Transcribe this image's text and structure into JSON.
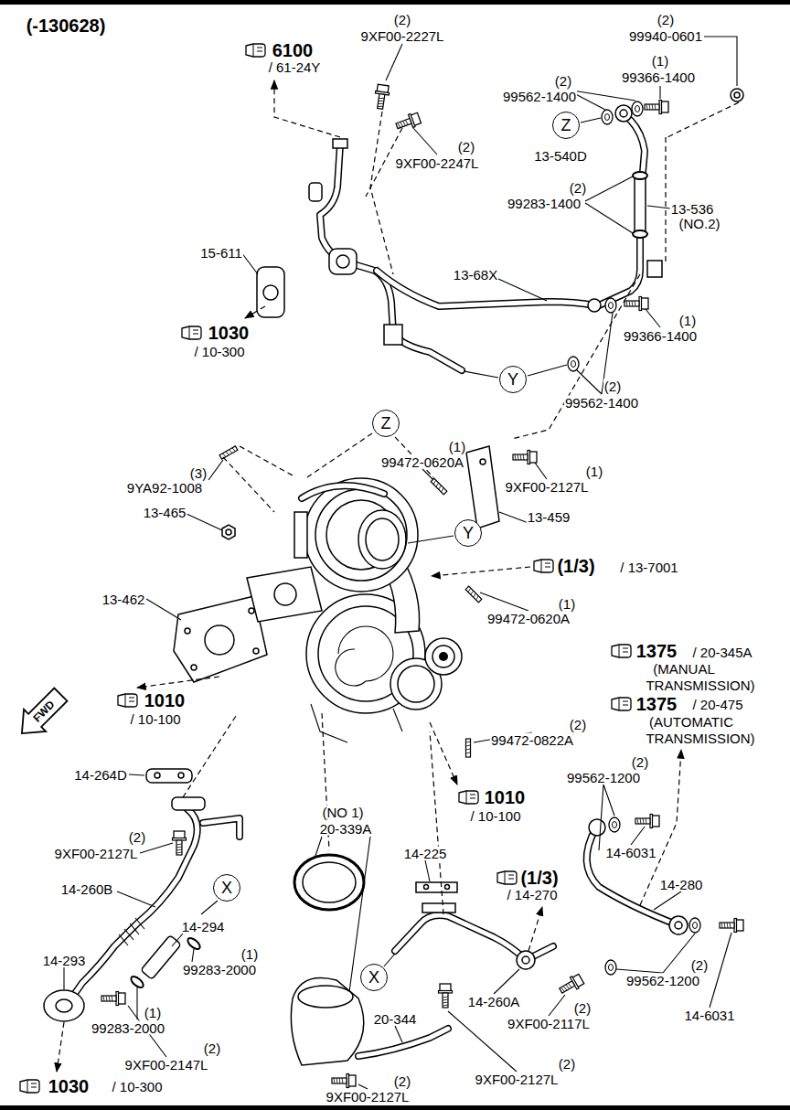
{
  "diagram": {
    "nodes": [
      {
        "text": [
          "Z"
        ]
      },
      {
        "text": [
          "Y"
        ]
      },
      {
        "text": [
          "Z"
        ]
      },
      {
        "text": [
          "Y"
        ]
      },
      {
        "text": [
          "X"
        ]
      },
      {
        "text": [
          "X"
        ]
      }
    ],
    "labels": [
      "(-130628)",
      "(2)",
      "9XF00-2227L",
      "(2)",
      "99940-0601",
      "6100",
      "/ 61-24Y",
      "(1)",
      "99366-1400",
      "(2)",
      "99562-1400",
      "(2)",
      "9XF00-2247L",
      "13-540D",
      "(2)",
      "99283-1400",
      "13-536",
      "(NO.2)",
      "15-611",
      "13-68X",
      "(1)",
      "99366-1400",
      "1030",
      "/ 10-300",
      "(2)",
      "99562-1400",
      "(1)",
      "99472-0620A",
      "(1)",
      "9XF00-2127L",
      "(3)",
      "9YA92-1008",
      "13-465",
      "13-459",
      "(1/3)",
      "/ 13-7001",
      "13-462",
      "(1)",
      "99472-0620A",
      "1375",
      "/ 20-345A",
      "(MANUAL",
      "TRANSMISSION)",
      "1375",
      "/ 20-475",
      "(AUTOMATIC",
      "TRANSMISSION)",
      "1010",
      "/ 10-100",
      "(2)",
      "99472-0822A",
      "14-264D",
      "(2)",
      "99562-1200",
      "1010",
      "/ 10-100",
      "(NO 1)",
      "20-339A",
      "14-225",
      "(2)",
      "9XF00-2127L",
      "14-6031",
      "(1/3)",
      "/ 14-270",
      "14-280",
      "14-260B",
      "14-294",
      "(1)",
      "99283-2000",
      "14-293",
      "(2)",
      "99562-1200",
      "14-260A",
      "(2)",
      "9XF00-2117L",
      "14-6031",
      "20-344",
      "(1)",
      "99283-2000",
      "(2)",
      "9XF00-2147L",
      "(2)",
      "9XF00-2127L",
      "(2)",
      "9XF00-2127L",
      "1030",
      "/ 10-300",
      "FWD"
    ]
  }
}
